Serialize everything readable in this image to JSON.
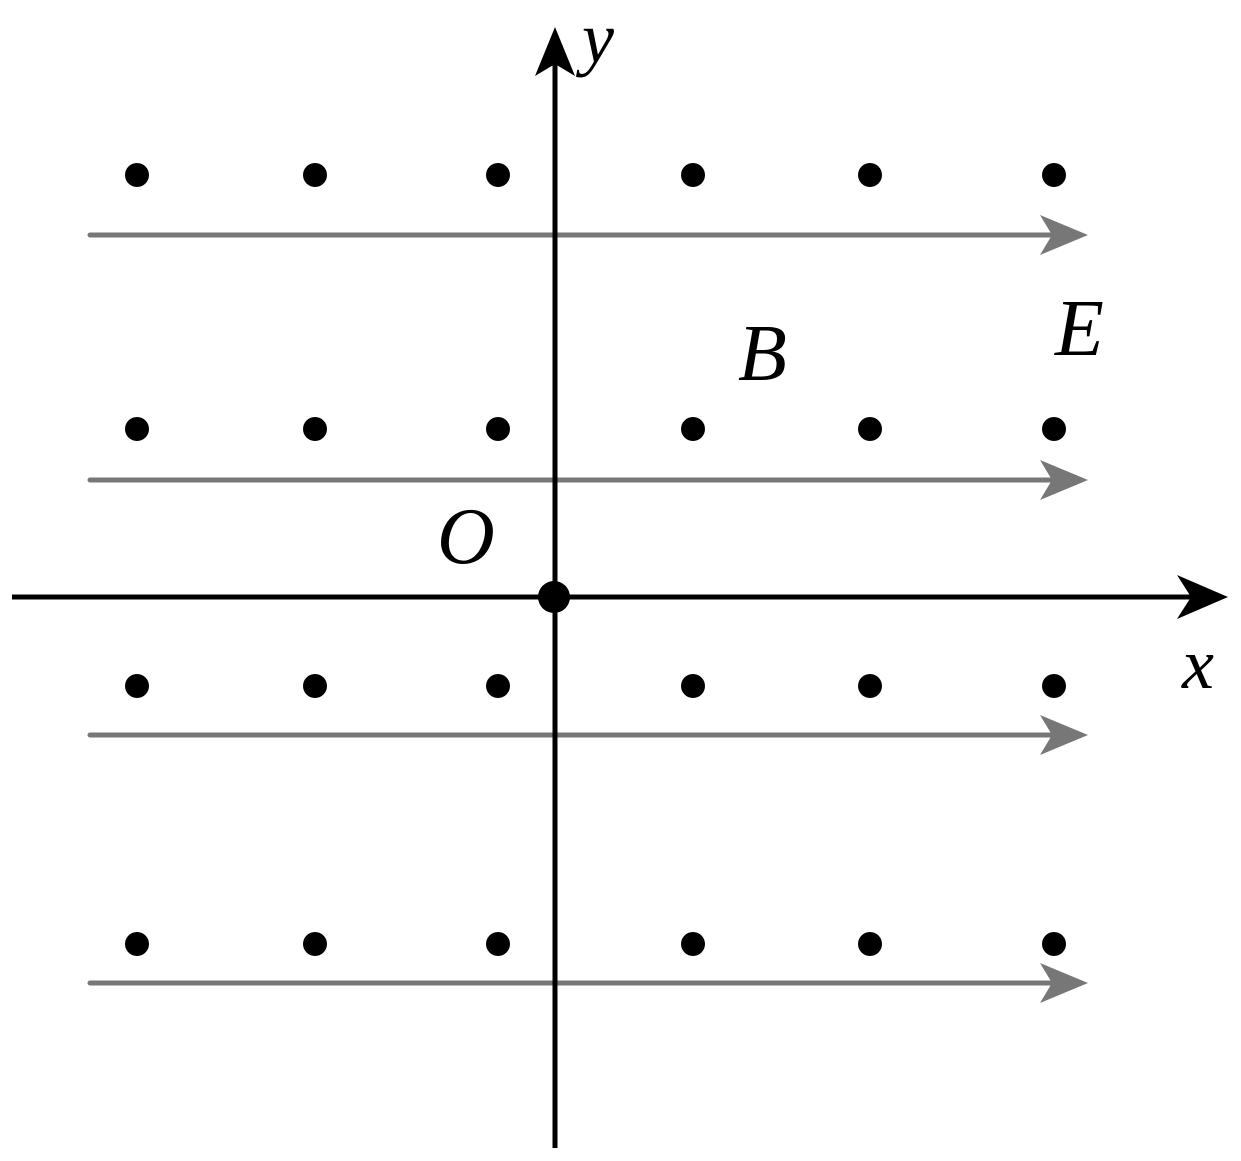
{
  "diagram": {
    "labels": {
      "x_axis": "x",
      "y_axis": "y",
      "origin": "O",
      "magnetic_field": "B",
      "electric_field": "E"
    },
    "field_rows": 4,
    "field_dots_per_row": 6,
    "colors": {
      "axis": "#000000",
      "field_line": "#777777",
      "field_dot": "#000000",
      "background": "#ffffff"
    }
  }
}
